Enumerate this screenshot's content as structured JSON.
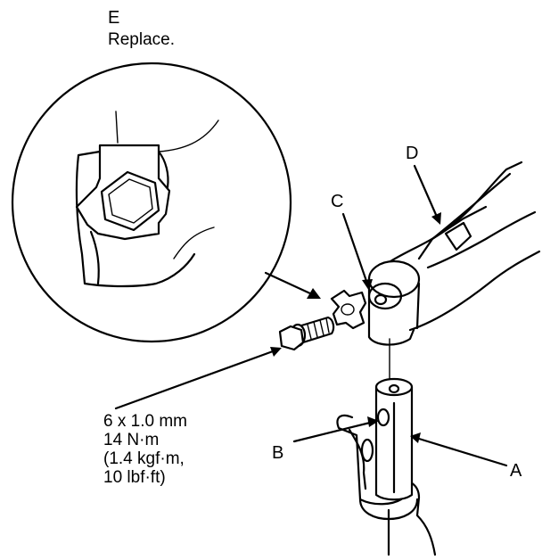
{
  "callouts": {
    "a": "A",
    "b": "B",
    "c": "C",
    "d": "D",
    "e": "E",
    "e_note": "Replace."
  },
  "torque_spec": {
    "bolt_size": "6 x 1.0 mm",
    "torque_nm": "14 N·m",
    "torque_kgf": "(1.4 kgf·m,",
    "torque_lbf": "10 lbf·ft)"
  },
  "colors": {
    "line": "#000000",
    "background": "#ffffff"
  }
}
